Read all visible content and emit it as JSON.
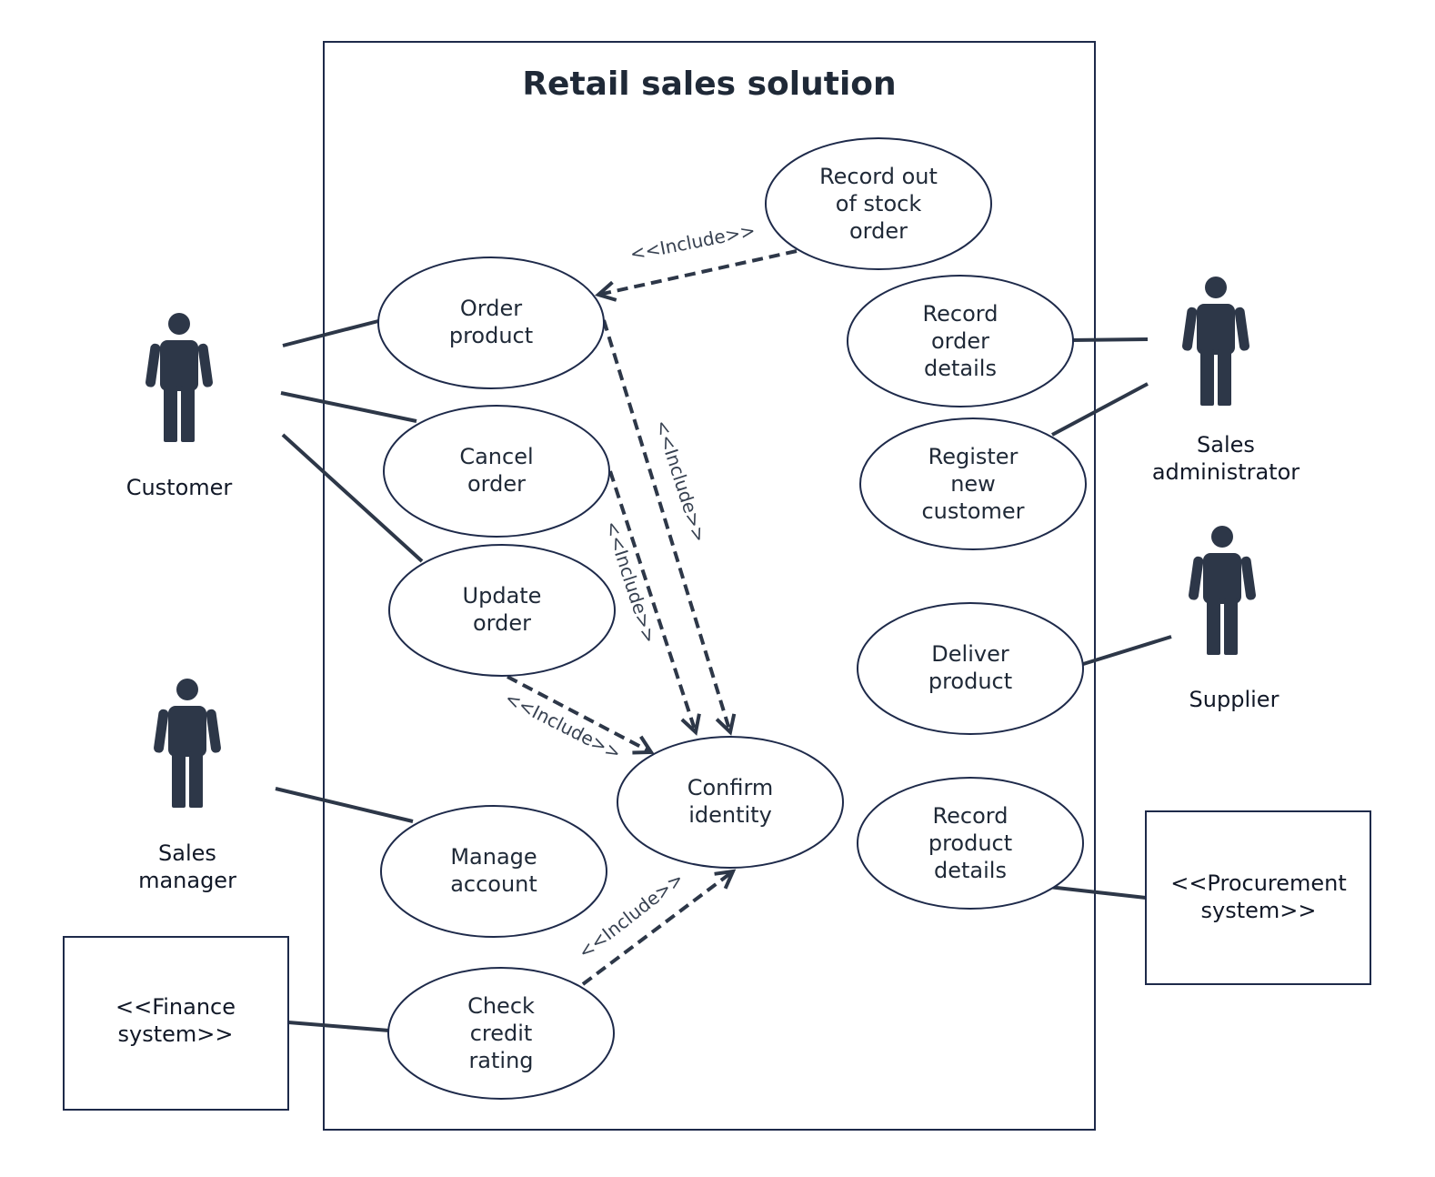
{
  "title": "Retail sales solution",
  "colors": {
    "ink": "#2d3748",
    "border": "#1e2a4a",
    "text": "#1f2937"
  },
  "actors": {
    "customer": "Customer",
    "sales_manager": "Sales manager",
    "sales_administrator": "Sales administrator",
    "supplier": "Supplier"
  },
  "external_systems": {
    "finance": "<<Finance system>>",
    "procurement": "<<Procurement system>>"
  },
  "use_cases": {
    "record_out_of_stock_order": "Record out of stock order",
    "order_product": "Order product",
    "record_order_details": "Record order details",
    "cancel_order": "Cancel order",
    "register_new_customer": "Register new customer",
    "update_order": "Update order",
    "deliver_product": "Deliver product",
    "confirm_identity": "Confirm identity",
    "record_product_details": "Record product details",
    "manage_account": "Manage account",
    "check_credit_rating": "Check credit rating"
  },
  "relationships": {
    "include_label": "<<Include>>",
    "includes": [
      {
        "from": "Record out of stock order",
        "to": "Order product"
      },
      {
        "from": "Order product",
        "to": "Confirm identity"
      },
      {
        "from": "Cancel order",
        "to": "Confirm identity"
      },
      {
        "from": "Update order",
        "to": "Confirm identity"
      },
      {
        "from": "Check credit rating",
        "to": "Confirm identity"
      }
    ]
  }
}
